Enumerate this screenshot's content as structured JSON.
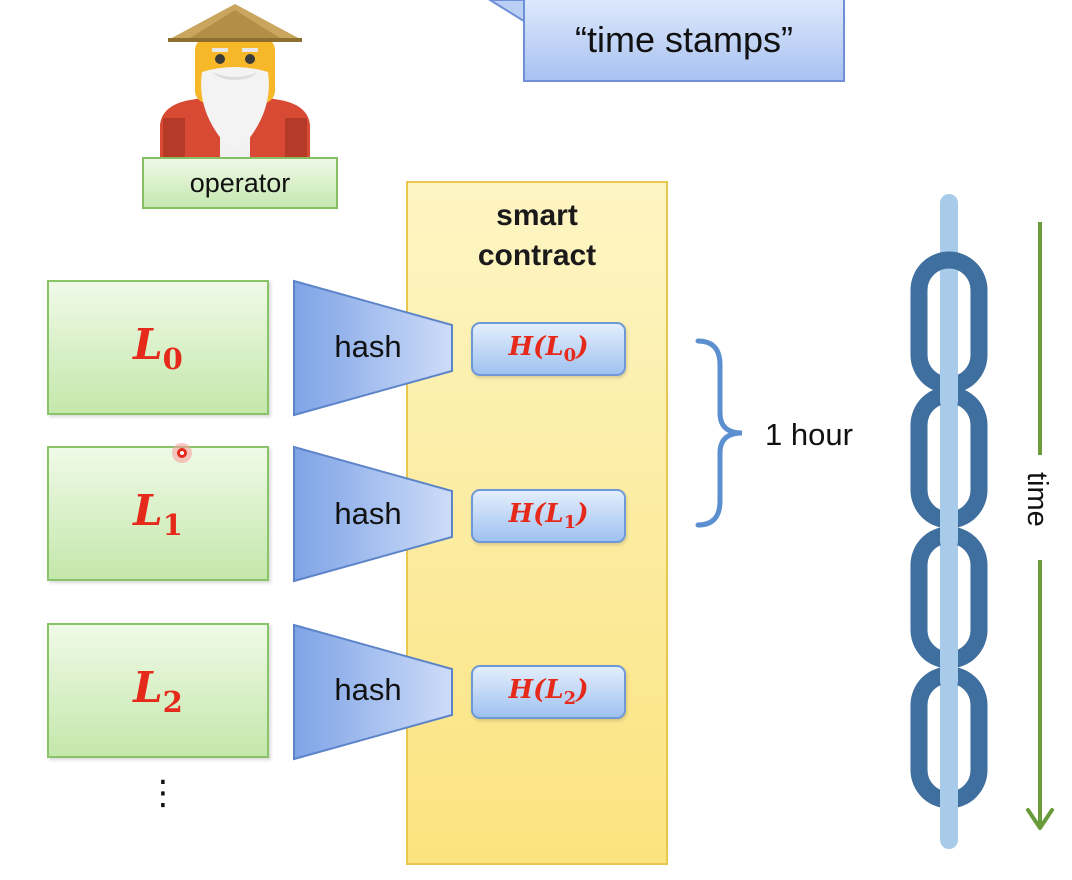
{
  "callout": {
    "text": "“time stamps”"
  },
  "operator": {
    "label": "operator"
  },
  "contract": {
    "title_line1": "smart",
    "title_line2": "contract"
  },
  "ledgers": [
    {
      "letter": "L",
      "sub": "0"
    },
    {
      "letter": "L",
      "sub": "1"
    },
    {
      "letter": "L",
      "sub": "2"
    }
  ],
  "hash_label": "hash",
  "hashes": [
    {
      "fn": "H",
      "letter": "L",
      "sub": "0"
    },
    {
      "fn": "H",
      "letter": "L",
      "sub": "1"
    },
    {
      "fn": "H",
      "letter": "L",
      "sub": "2"
    }
  ],
  "interval_label": "1 hour",
  "time_label": "time",
  "ellipsis": "⋮",
  "colors": {
    "math_red": "#e52a1c",
    "ledger_green": "#c4e7ab",
    "contract_yellow": "#fbe37f",
    "hash_blue": "#9fc2f0",
    "chain_dark": "#3f6f9e",
    "chain_light": "#9ec2e6",
    "arrow_green": "#6a9b3a"
  }
}
